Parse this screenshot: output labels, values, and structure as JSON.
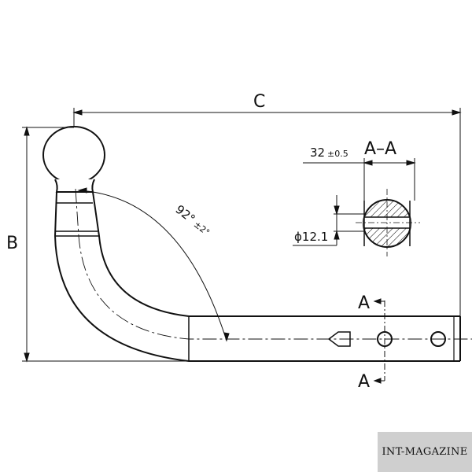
{
  "dimensions": {
    "overall_length_label": "C",
    "overall_height_label": "B",
    "angle_label": "92°",
    "angle_tolerance": "±2°",
    "section_width_label": "32",
    "section_width_tolerance": "±0.5",
    "diameter_label": "ϕ12.1"
  },
  "section": {
    "title": "A–A",
    "mark_top": "A",
    "mark_bottom": "A"
  },
  "watermark": {
    "text": "INT-MAGAZINE"
  },
  "colors": {
    "line": "#111111",
    "hatch": "#111111",
    "watermark_bg": "#cfcfcf"
  }
}
